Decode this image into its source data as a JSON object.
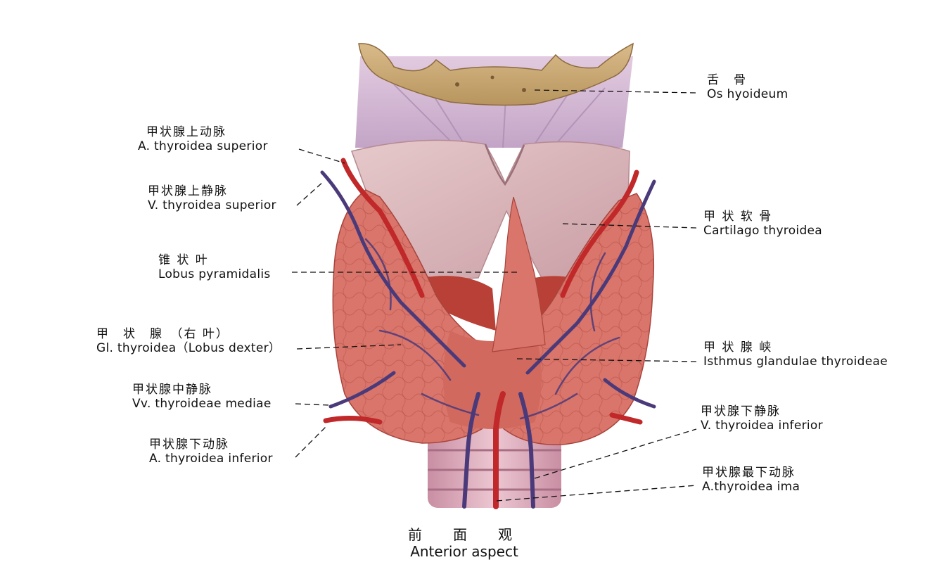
{
  "labels": {
    "hyoid": {
      "zh": "舌　骨",
      "la": "Os hyoideum"
    },
    "sup_artery": {
      "zh": "甲状腺上动脉",
      "la": "A. thyroidea superior"
    },
    "sup_vein": {
      "zh": "甲状腺上静脉",
      "la": "V. thyroidea superior"
    },
    "thyroid_cartilage": {
      "zh": "甲 状 软 骨",
      "la": "Cartilago thyroidea"
    },
    "pyramidal": {
      "zh": "锥 状 叶",
      "la": "Lobus pyramidalis"
    },
    "right_lobe": {
      "zh": "甲　状　腺　（右 叶）",
      "la": "Gl. thyroidea（Lobus  dexter）"
    },
    "isthmus": {
      "zh": "甲 状 腺 峡",
      "la": "Isthmus glandulae thyroideae"
    },
    "mid_veins": {
      "zh": "甲状腺中静脉",
      "la": "Vv. thyroideae mediae"
    },
    "inf_vein": {
      "zh": "甲状腺下静脉",
      "la": "V. thyroidea inferior"
    },
    "inf_artery": {
      "zh": "甲状腺下动脉",
      "la": "A. thyroidea inferior"
    },
    "ima": {
      "zh": "甲状腺最下动脉",
      "la": "A.thyroidea ima"
    }
  },
  "caption": {
    "zh": "前　面　观",
    "la": "Anterior aspect"
  },
  "colors": {
    "gland": "#d9756a",
    "gland_dark": "#b04a42",
    "cartilage": "#d8b8bc",
    "membrane": "#cdb2d0",
    "hyoid": "#c9a87a",
    "artery": "#c0282a",
    "vein": "#4a3a7a",
    "trachea": "#d9aab8",
    "muscle": "#b53a30"
  }
}
